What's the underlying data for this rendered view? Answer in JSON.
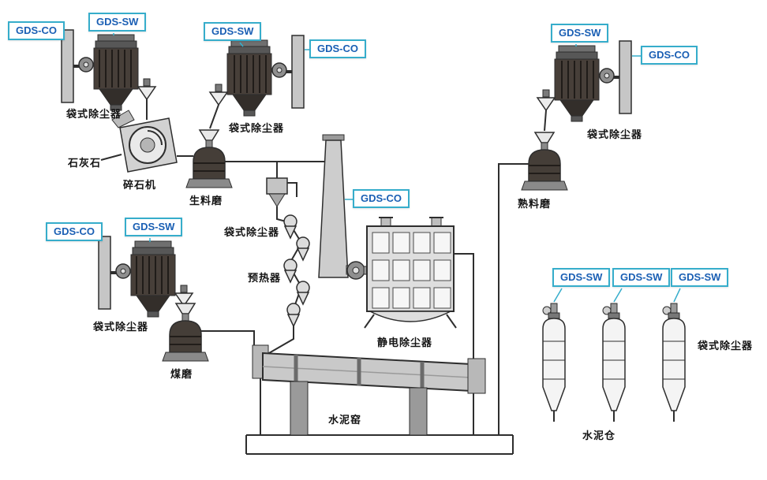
{
  "diagram": {
    "type": "process-flow",
    "description": "Cement plant process flow with gas detection sensors",
    "colors": {
      "sensor_box_border": "#36ADCB",
      "sensor_box_text": "#1A5FB4",
      "line": "#2E2E2E",
      "background": "#FFFFFF"
    },
    "sensors": [
      {
        "label": "GDS-CO",
        "at": "limestone-bag-filter-stack"
      },
      {
        "label": "GDS-SW",
        "at": "limestone-bag-filter-body"
      },
      {
        "label": "GDS-SW",
        "at": "raw-mill-bag-filter-body"
      },
      {
        "label": "GDS-CO",
        "at": "raw-mill-bag-filter-stack"
      },
      {
        "label": "GDS-SW",
        "at": "clinker-mill-bag-filter-body"
      },
      {
        "label": "GDS-CO",
        "at": "clinker-mill-bag-filter-stack"
      },
      {
        "label": "GDS-CO",
        "at": "kiln-stack"
      },
      {
        "label": "GDS-CO",
        "at": "coal-mill-bag-filter-stack"
      },
      {
        "label": "GDS-SW",
        "at": "coal-mill-bag-filter-body"
      },
      {
        "label": "GDS-SW",
        "at": "cement-silo-1"
      },
      {
        "label": "GDS-SW",
        "at": "cement-silo-2"
      },
      {
        "label": "GDS-SW",
        "at": "cement-silo-3"
      }
    ],
    "equipment": {
      "bag_filter": "袋式除尘器",
      "limestone": "石灰石",
      "crusher": "碎石机",
      "raw_mill": "生料磨",
      "preheater": "预热器",
      "esp": "静电除尘器",
      "clinker_mill": "熟料磨",
      "coal_mill": "煤磨",
      "kiln": "水泥窑",
      "cement_silo": "水泥仓"
    }
  }
}
